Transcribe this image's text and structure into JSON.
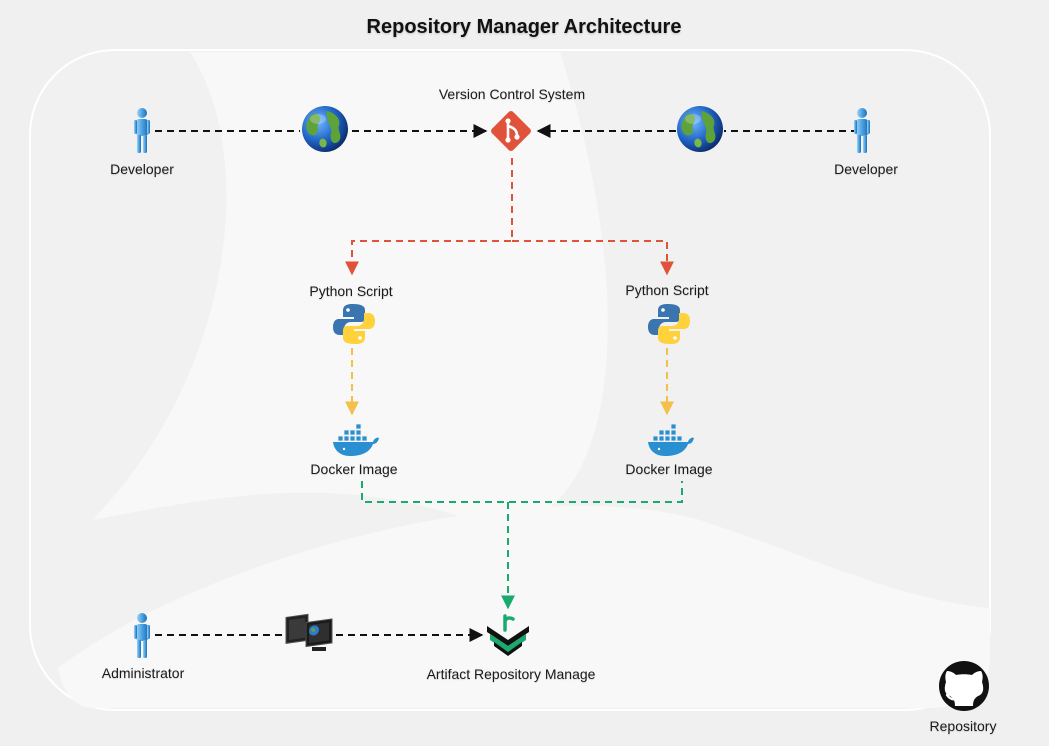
{
  "title": "Repository Manager Architecture",
  "nodes": {
    "developer_left": {
      "label": "Developer",
      "icon": "person-icon"
    },
    "developer_right": {
      "label": "Developer",
      "icon": "person-icon"
    },
    "globe_left": {
      "icon": "globe-icon"
    },
    "globe_right": {
      "icon": "globe-icon"
    },
    "vcs": {
      "label": "Version Control System",
      "icon": "git-icon"
    },
    "python_left": {
      "label": "Python Script",
      "icon": "python-icon"
    },
    "python_right": {
      "label": "Python Script",
      "icon": "python-icon"
    },
    "docker_left": {
      "label": "Docker Image",
      "icon": "docker-icon"
    },
    "docker_right": {
      "label": "Docker Image",
      "icon": "docker-icon"
    },
    "administrator": {
      "label": "Administrator",
      "icon": "person-icon"
    },
    "monitors": {
      "icon": "computer-monitors-icon"
    },
    "artifact_repo": {
      "label": "Artifact Repository Manage",
      "icon": "artifact-repository-icon"
    },
    "github": {
      "label": "Repository",
      "icon": "github-icon"
    }
  },
  "colors": {
    "black_edge": "#111111",
    "git_edge": "#e0533a",
    "python_edge": "#f4c04a",
    "docker_edge": "#1aaa6e",
    "git": "#e0533a",
    "python_blue": "#3a75b0",
    "python_yellow": "#ffd13b",
    "docker": "#2a8fd0",
    "artifact": "#1aaa6e"
  }
}
